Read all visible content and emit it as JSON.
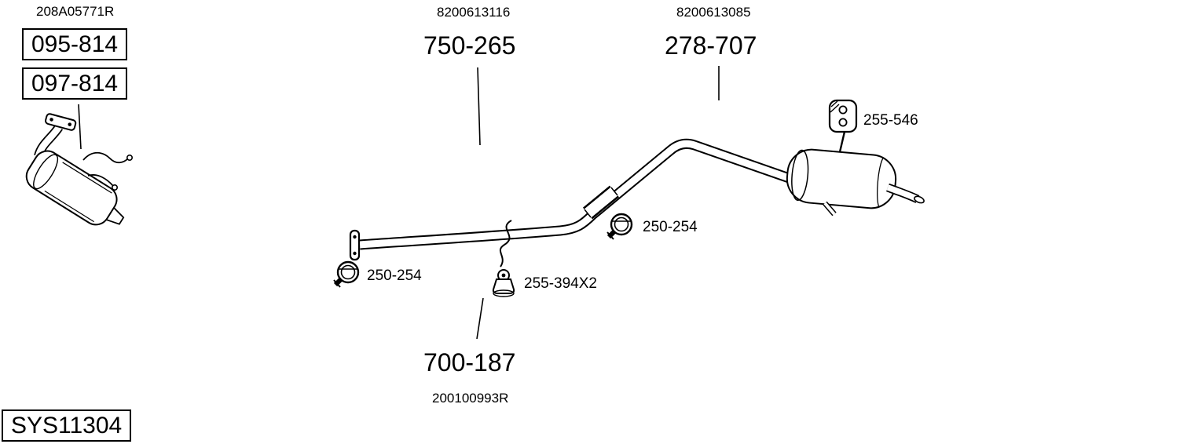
{
  "diagram": {
    "system_code": "SYS11304",
    "front_assembly": {
      "oe_ref": "208A05771R",
      "parts": [
        "095-814",
        "097-814"
      ]
    },
    "center_pipe": {
      "oe_ref": "8200613116",
      "part": "750-265"
    },
    "rear_muffler": {
      "oe_ref": "8200613085",
      "part": "278-707"
    },
    "tail_pipe": {
      "part": "700-187",
      "oe_ref": "200100993R"
    },
    "fittings": {
      "rear_hanger": "255-546",
      "front_clamp": "250-254",
      "rear_clamp": "250-254",
      "center_hanger": "255-394X2"
    }
  }
}
